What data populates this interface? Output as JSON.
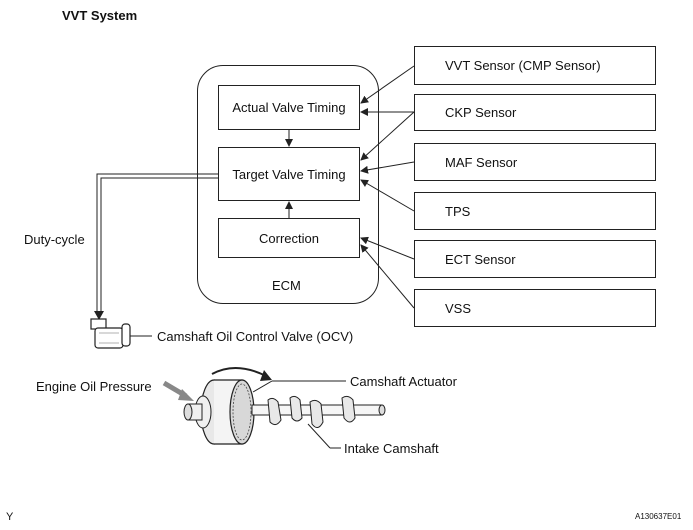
{
  "title": "VVT System",
  "ecm": {
    "label": "ECM",
    "actual_valve_timing": "Actual Valve Timing",
    "target_valve_timing": "Target Valve Timing",
    "correction": "Correction"
  },
  "sensors": {
    "vvt": "VVT Sensor (CMP Sensor)",
    "ckp": "CKP Sensor",
    "maf": "MAF Sensor",
    "tps": "TPS",
    "ect": "ECT Sensor",
    "vss": "VSS"
  },
  "labels": {
    "duty_cycle": "Duty-cycle",
    "ocv": "Camshaft Oil Control Valve (OCV)",
    "engine_oil_pressure": "Engine Oil Pressure",
    "camshaft_actuator": "Camshaft Actuator",
    "intake_camshaft": "Intake Camshaft"
  },
  "footer": {
    "left_code": "Y",
    "right_code": "A130637E01"
  }
}
